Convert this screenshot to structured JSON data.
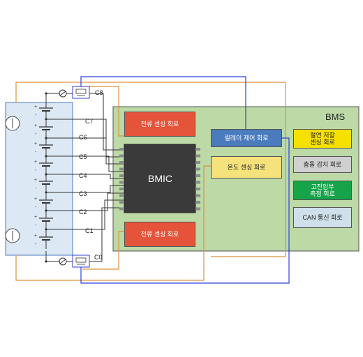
{
  "bms_title": "BMS",
  "bmic_label": "BMIC",
  "cell_taps": [
    "C0",
    "C1",
    "C2",
    "C3",
    "C4",
    "C5",
    "C6",
    "C7",
    "C8"
  ],
  "blocks": {
    "current_sense_top": "전류 센싱 회로",
    "current_sense_bottom": "전류 센싱 회로",
    "relay_control": "릴레이 제어 회로",
    "temp_sense": "온도 센싱 회로",
    "insulation_line1": "절연 저항",
    "insulation_line2": "센싱 회로",
    "crash_detect": "충돌 감지 회로",
    "hv_line1": "고전압부",
    "hv_line2": "측정 회로",
    "can_comm": "CAN 통신 회로"
  },
  "colors": {
    "bms_board": "#bcd9a6",
    "pack": "#dce8f4",
    "orange_wire": "#e0913a",
    "blue_wire": "#2f3fd6",
    "chip": "#3a3a3a"
  }
}
